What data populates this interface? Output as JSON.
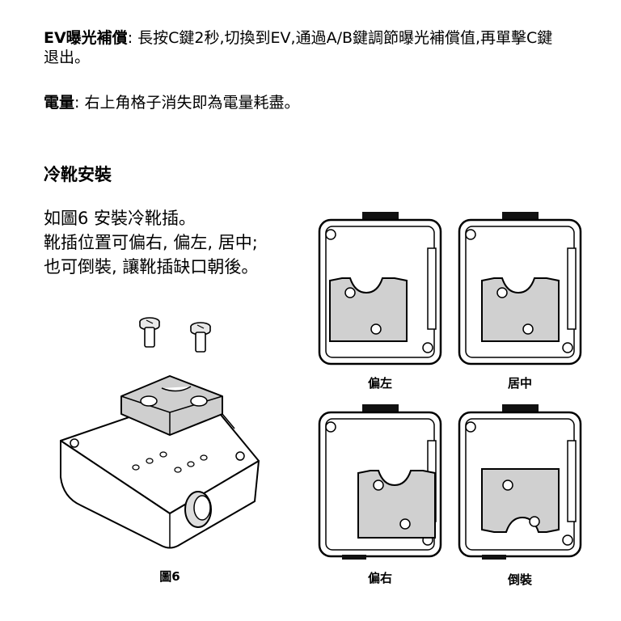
{
  "ev": {
    "label": "EV曝光補償",
    "text": ": 長按C鍵2秒,切換到EV,通過A/B鍵調節曝光補償值,再單擊C鍵退出。"
  },
  "battery": {
    "label": "電量",
    "text": ": 右上角格子消失即為電量耗盡。"
  },
  "section": {
    "title": "冷靴安裝"
  },
  "install": {
    "lines": [
      "如圖6 安裝冷靴插。",
      "靴插位置可偏右, 偏左, 居中;",
      "也可倒裝, 讓靴插缺口朝後。"
    ]
  },
  "figure": {
    "caption": "圖6"
  },
  "positions": {
    "top_left": "偏左",
    "top_right": "居中",
    "bottom_left": "偏右",
    "bottom_right": "倒裝"
  }
}
